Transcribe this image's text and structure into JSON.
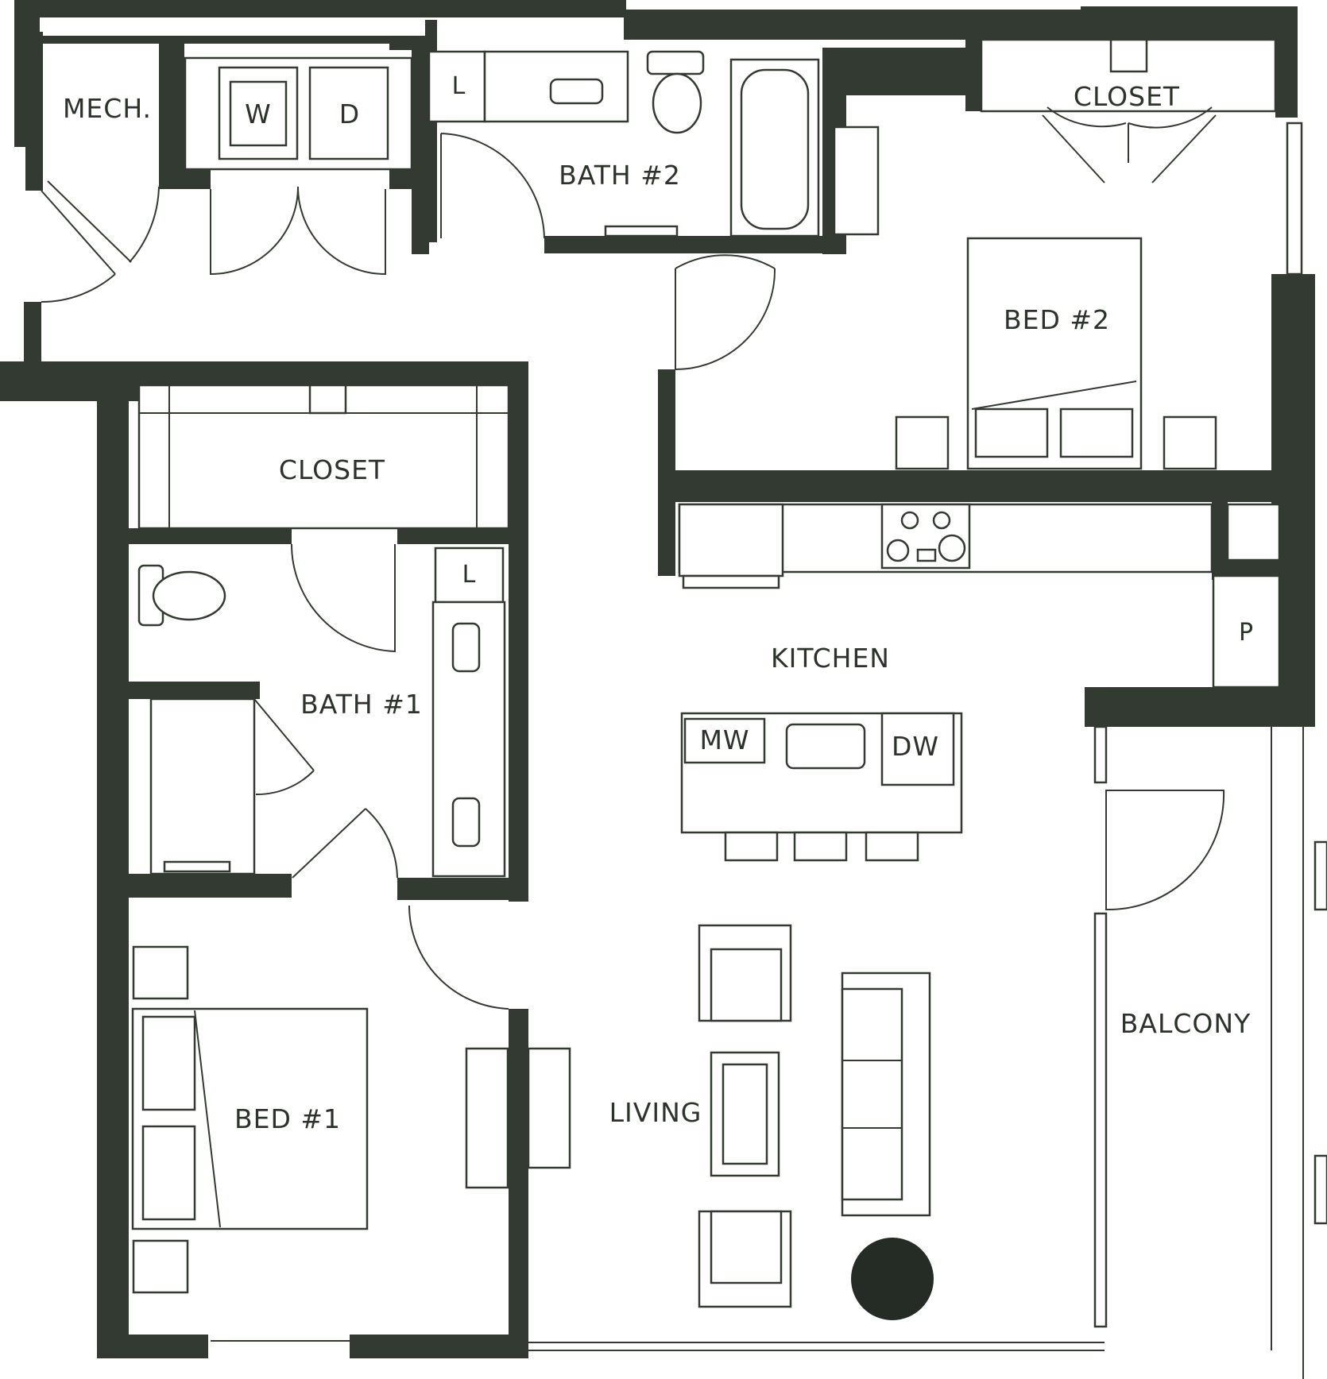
{
  "plan": {
    "rooms": {
      "mech": "MECH.",
      "washer": "W",
      "dryer": "D",
      "linen_bath2": "L",
      "bath2": "BATH #2",
      "closet_bed2": "CLOSET",
      "bed2": "BED #2",
      "closet_bed1": "CLOSET",
      "linen_bath1": "L",
      "bath1": "BATH #1",
      "kitchen": "KITCHEN",
      "pantry": "P",
      "microwave": "MW",
      "dishwasher": "DW",
      "balcony": "BALCONY",
      "bed1": "BED #1",
      "living": "LIVING"
    },
    "colors": {
      "wall": "#323a31",
      "background": "#ffffff"
    }
  }
}
